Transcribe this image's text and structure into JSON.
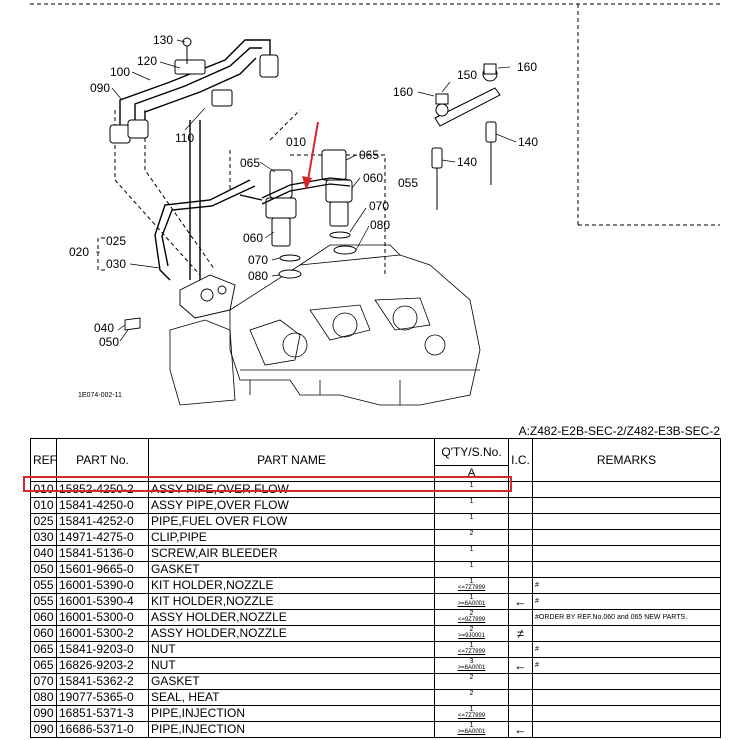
{
  "diagram": {
    "labels": {
      "l130": "130",
      "l120": "120",
      "l100": "100",
      "l090": "090",
      "l110": "110",
      "l150": "150",
      "l160a": "160",
      "l160b": "160",
      "l140a": "140",
      "l140b": "140",
      "l010": "010",
      "l065a": "065",
      "l065b": "065",
      "l060a": "060",
      "l060b": "060",
      "l055": "055",
      "l070a": "070",
      "l070b": "070",
      "l080a": "080",
      "l080b": "080",
      "l020": "020",
      "l025": "025",
      "l030": "030",
      "l040": "040",
      "l050": "050"
    },
    "figure_code": "1E074-002-11"
  },
  "model_line": "A:Z482-E2B-SEC-2/Z482-E3B-SEC-2",
  "table": {
    "headers": {
      "ref": "REF.No.",
      "part_no": "PART No.",
      "part_name": "PART NAME",
      "qty": "Q'TY/S.No.",
      "qty_col": "A",
      "ic": "I.C.",
      "remarks": "REMARKS"
    },
    "rows": [
      {
        "ref": "010",
        "part_no": "15852-4250-2",
        "name": "ASSY PIPE,OVER FLOW",
        "qty": "1",
        "sn": "",
        "ic": "",
        "remarks": ""
      },
      {
        "ref": "010",
        "part_no": "15841-4250-0",
        "name": "ASSY PIPE,OVER FLOW",
        "qty": "1",
        "sn": "",
        "ic": "",
        "remarks": ""
      },
      {
        "ref": "025",
        "part_no": "15841-4252-0",
        "name": "PIPE,FUEL OVER FLOW",
        "qty": "1",
        "sn": "",
        "ic": "",
        "remarks": ""
      },
      {
        "ref": "030",
        "part_no": "14971-4275-0",
        "name": "CLIP,PIPE",
        "qty": "2",
        "sn": "",
        "ic": "",
        "remarks": ""
      },
      {
        "ref": "040",
        "part_no": "15841-5136-0",
        "name": "SCREW,AIR BLEEDER",
        "qty": "1",
        "sn": "",
        "ic": "",
        "remarks": ""
      },
      {
        "ref": "050",
        "part_no": "15601-9665-0",
        "name": "GASKET",
        "qty": "1",
        "sn": "",
        "ic": "",
        "remarks": ""
      },
      {
        "ref": "055",
        "part_no": "16001-5390-0",
        "name": "KIT HOLDER,NOZZLE",
        "qty": "1",
        "sn": "<=7Z7999",
        "ic": "",
        "remarks": "#"
      },
      {
        "ref": "055",
        "part_no": "16001-5390-4",
        "name": "KIT HOLDER,NOZZLE",
        "qty": "1",
        "sn": ">=8A0001",
        "ic": "←",
        "remarks": "#"
      },
      {
        "ref": "060",
        "part_no": "16001-5300-0",
        "name": "ASSY HOLDER,NOZZLE",
        "qty": "2",
        "sn": "<=9Z7999",
        "ic": "",
        "remarks": "#ORDER BY REF.No.060 and 065 NEW PARTS."
      },
      {
        "ref": "060",
        "part_no": "16001-5300-2",
        "name": "ASSY HOLDER,NOZZLE",
        "qty": "2",
        "sn": ">=9J0001",
        "ic": "≠",
        "remarks": ""
      },
      {
        "ref": "065",
        "part_no": "15841-9203-0",
        "name": "NUT",
        "qty": "1",
        "sn": "<=7Z7999",
        "ic": "",
        "remarks": "#"
      },
      {
        "ref": "065",
        "part_no": "16826-9203-2",
        "name": "NUT",
        "qty": "3",
        "sn": ">=8A0001",
        "ic": "←",
        "remarks": "#"
      },
      {
        "ref": "070",
        "part_no": "15841-5362-2",
        "name": "GASKET",
        "qty": "2",
        "sn": "",
        "ic": "",
        "remarks": ""
      },
      {
        "ref": "080",
        "part_no": "19077-5365-0",
        "name": "SEAL, HEAT",
        "qty": "2",
        "sn": "",
        "ic": "",
        "remarks": ""
      },
      {
        "ref": "090",
        "part_no": "16851-5371-3",
        "name": "PIPE,INJECTION",
        "qty": "1",
        "sn": "<=7Z7999",
        "ic": "",
        "remarks": ""
      },
      {
        "ref": "090",
        "part_no": "16686-5371-0",
        "name": "PIPE,INJECTION",
        "qty": "1",
        "sn": ">=8A0001",
        "ic": "←",
        "remarks": ""
      }
    ]
  },
  "colors": {
    "highlight": "#d8262d",
    "line": "#000000"
  }
}
